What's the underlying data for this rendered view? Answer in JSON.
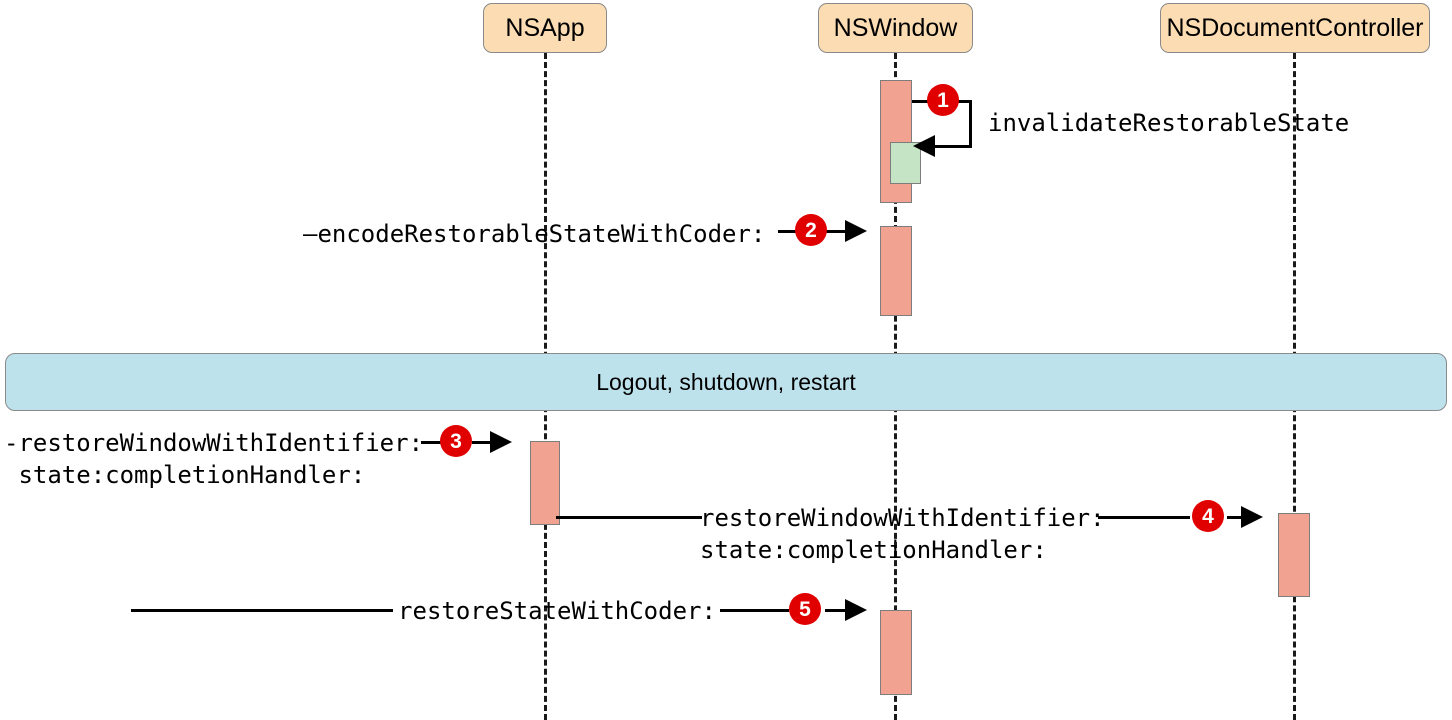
{
  "diagram": {
    "title": "NSApp / NSWindow / NSDocumentController state restoration sequence",
    "colors": {
      "lifeline_head_fill": "#FBDCB3",
      "activation_fill": "#F2A291",
      "nested_activation_fill": "#C5E3C5",
      "band_fill": "#BEE2EC",
      "badge_fill": "#E00000",
      "line": "#000000"
    }
  },
  "lifelines": [
    {
      "id": "nsapp",
      "label": "NSApp"
    },
    {
      "id": "nswindow",
      "label": "NSWindow"
    },
    {
      "id": "nsdoccontroller",
      "label": "NSDocumentController"
    }
  ],
  "band": {
    "label": "Logout, shutdown, restart"
  },
  "messages": [
    {
      "step": "1",
      "badge": "1",
      "label": "invalidateRestorableState",
      "from": "nswindow",
      "to": "nswindow",
      "kind": "self-call"
    },
    {
      "step": "2",
      "badge": "2",
      "label": "—encodeRestorableStateWithCoder:",
      "from": "nsapp",
      "to": "nswindow",
      "kind": "call"
    },
    {
      "step": "3",
      "badge": "3",
      "label_line1": "-restoreWindowWithIdentifier:",
      "label_line2": " state:completionHandler:",
      "from": "external",
      "to": "nsapp",
      "kind": "call"
    },
    {
      "step": "4",
      "badge": "4",
      "label_line1": "restoreWindowWithIdentifier:",
      "label_line2": "state:completionHandler:",
      "from": "nsapp",
      "to": "nsdoccontroller",
      "kind": "call"
    },
    {
      "step": "5",
      "badge": "5",
      "label": "restoreStateWithCoder:",
      "from": "external",
      "to": "nswindow",
      "kind": "call"
    }
  ]
}
